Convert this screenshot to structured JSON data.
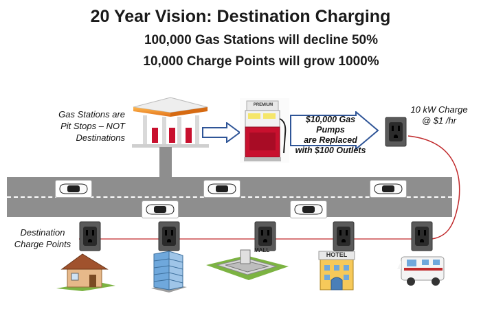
{
  "title": "20 Year Vision:  Destination Charging",
  "subtitle_1": "100,000 Gas Stations will decline 50%",
  "subtitle_2": "10,000 Charge Points will grow 1000%",
  "gas_station_note": {
    "line1": "Gas Stations are",
    "line2": "Pit Stops – NOT",
    "line3": "Destinations"
  },
  "pump_note": {
    "line1": "$10,000 Gas Pumps",
    "line2": "are Replaced",
    "line3": "with $100 Outlets"
  },
  "pump_label": "PREMIUM",
  "charge_note": {
    "line1": "10 kW Charge",
    "line2": "@ $1 /hr"
  },
  "destination_note": {
    "line1": "Destination",
    "line2": "Charge Points"
  },
  "mall_sign": "MALL",
  "hotel_sign": "HOTEL",
  "colors": {
    "road": "#8e8e8e",
    "wire": "#c0292b",
    "canopy": "#f08a1c",
    "pump": "#c8102e",
    "arrow_outline": "#2f5597",
    "outlet": "#555555"
  },
  "icons": [
    "gas-station-icon",
    "gas-pump-icon",
    "outlet-icon",
    "car-icon",
    "house-icon",
    "office-building-icon",
    "mall-icon",
    "hotel-icon",
    "rv-icon"
  ]
}
